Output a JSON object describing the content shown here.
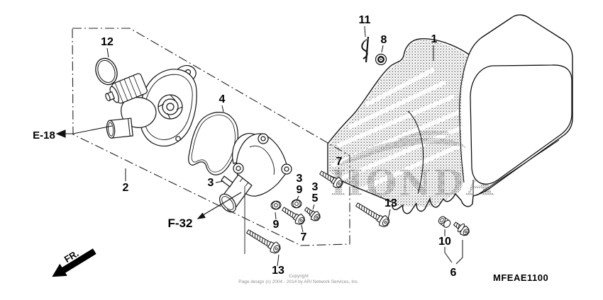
{
  "diagram": {
    "code": "MFEAE1100",
    "watermark": "HONDA",
    "front_marker": "FR.",
    "copyright": {
      "line1": "Copyright",
      "line2": "Page design (c) 2004 - 2014 by ARI Network Services, Inc."
    },
    "cross_references": {
      "e18": "E-18",
      "f32": "F-32"
    },
    "part_labels": {
      "p1": "1",
      "p2": "2",
      "p3a": "3",
      "p3b": "3",
      "p3c": "3",
      "p4": "4",
      "p5": "5",
      "p6": "6",
      "p7a": "7",
      "p7b": "7",
      "p8": "8",
      "p9a": "9",
      "p9b": "9",
      "p10": "10",
      "p11": "11",
      "p12": "12",
      "p13a": "13",
      "p13b": "13"
    },
    "colors": {
      "line": "#111111",
      "watermark_gray": "#7d7d7d",
      "background": "#ffffff"
    }
  }
}
